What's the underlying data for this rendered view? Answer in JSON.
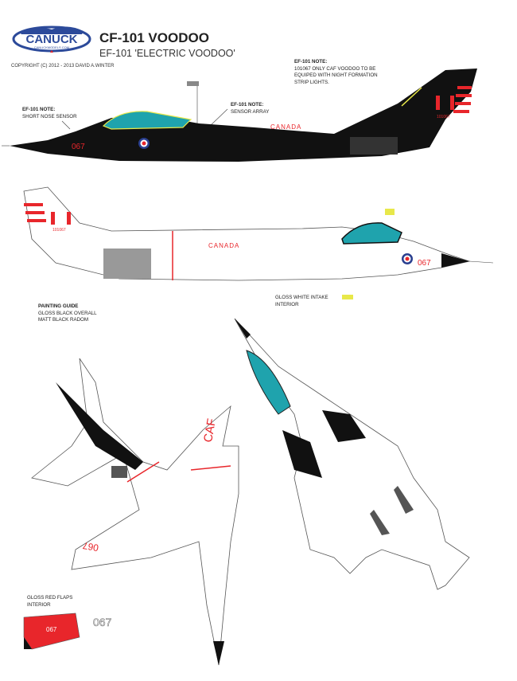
{
  "header": {
    "logo_text": "CANUCK",
    "logo_subtext": "CANUCKMODELS.COM",
    "title": "CF-101 VOODOO",
    "subtitle": "EF-101 'ELECTRIC VOODOO'",
    "copyright": "COPYRIGHT (C) 2012 - 2013 DAVID A.WINTER"
  },
  "notes": {
    "top_right": {
      "heading": "EF-101 NOTE:",
      "lines": [
        "101067 ONLY CAF VOODOO TO BE",
        "EQUIPED WITH NIGHT FORMATION",
        "STRIP LIGHTS."
      ]
    },
    "nose": {
      "heading": "EF-101 NOTE:",
      "text": "SHORT NOSE SENSOR"
    },
    "sensor": {
      "heading": "EF-101 NOTE:",
      "text": "SENSOR ARRAY"
    },
    "intake": {
      "lines": [
        "GLOSS WHITE INTAKE",
        "INTERIOR"
      ]
    },
    "painting_guide": {
      "heading": "PAINTING GUIDE",
      "lines": [
        "GLOSS BLACK OVERALL",
        "MATT BLACK RADOM"
      ]
    },
    "flaps": {
      "lines": [
        "GLOSS RED FLAPS",
        "INTERIOR"
      ]
    }
  },
  "markings": {
    "country": "CANADA",
    "nose_number": "067",
    "tail_serial": "101067",
    "underside": "CAF",
    "underside_number": "067",
    "flap_number": "067"
  },
  "colors": {
    "black": "#111111",
    "red": "#e8262b",
    "canopy": "#1fa3ad",
    "yellow": "#e8e84a",
    "roundel_blue": "#2a3f8f"
  }
}
